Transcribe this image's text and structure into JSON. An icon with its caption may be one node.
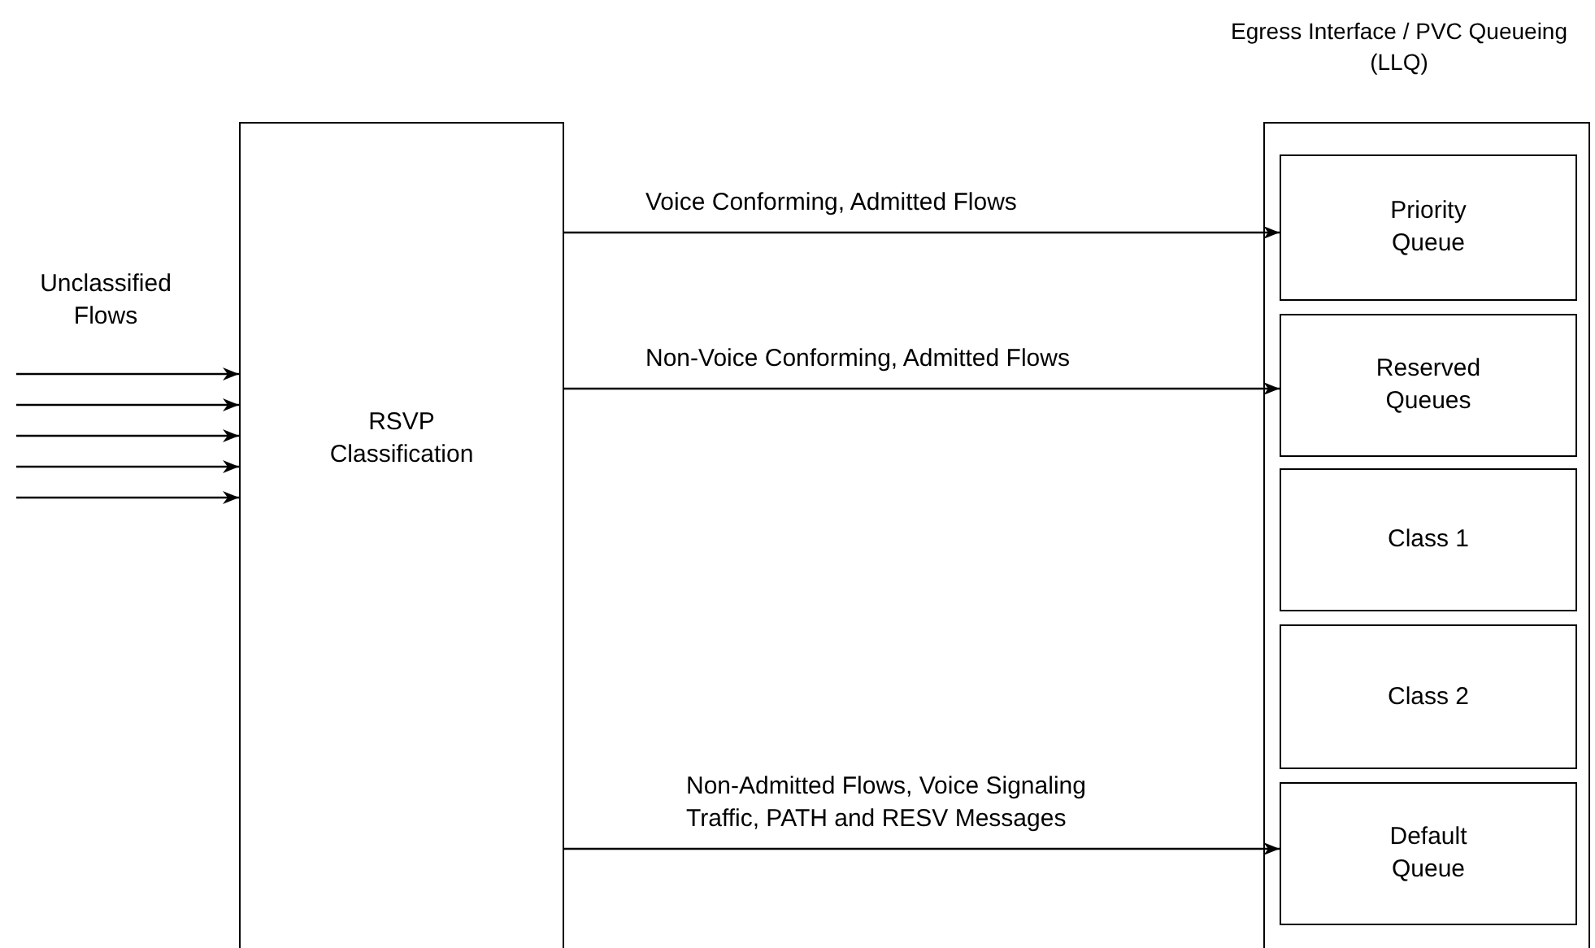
{
  "diagram": {
    "nodes": [
      {
        "text": [
          "RSVP Classification"
        ]
      },
      {
        "text": [
          "Egress Interface / PVC Queueing (LLQ)"
        ]
      },
      {
        "text": [
          "Priority Queue"
        ],
        "in": 1
      },
      {
        "text": [
          "Reserved Queues"
        ],
        "in": 1
      },
      {
        "text": [
          "Class 1"
        ],
        "in": 1
      },
      {
        "text": [
          "Class 2"
        ],
        "in": 1
      },
      {
        "text": [
          "Default Queue"
        ],
        "in": 1
      }
    ],
    "edges": [
      {
        "from": null,
        "to": 0,
        "arrow": "to"
      },
      {
        "from": null,
        "to": 0,
        "arrow": "to"
      },
      {
        "from": null,
        "to": 0,
        "arrow": "to"
      },
      {
        "from": null,
        "to": 0,
        "arrow": "to"
      },
      {
        "from": null,
        "to": 0,
        "arrow": "to"
      },
      {
        "from": 0,
        "to": 2,
        "arrow": "to",
        "label": "Voice Conforming, Admitted Flows"
      },
      {
        "from": 0,
        "to": 3,
        "arrow": "to",
        "label": "Non-Voice Conforming, Admitted Flows"
      },
      {
        "from": 0,
        "to": 6,
        "arrow": "to",
        "label": "Non-Admitted Flows, Voice Signaling Traffic, PATH and RESV Messages"
      }
    ],
    "labels": [
      "Unclassified Flows"
    ]
  }
}
